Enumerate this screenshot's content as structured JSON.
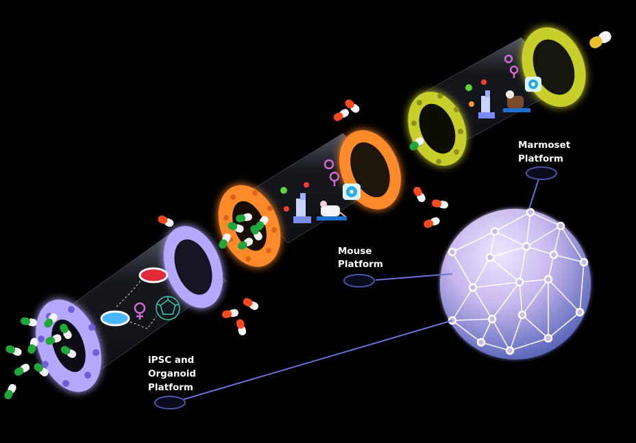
{
  "platforms": [
    {
      "id": "ipsc",
      "lines": [
        "iPSC and",
        "Organoid",
        "Platform"
      ],
      "ring_color": "#b7a8ff"
    },
    {
      "id": "mouse",
      "lines": [
        "Mouse",
        "Platform"
      ],
      "ring_color": "#ff8a2a"
    },
    {
      "id": "marmoset",
      "lines": [
        "Marmoset",
        "Platform"
      ],
      "ring_color": "#c9cf2a"
    }
  ],
  "colors": {
    "background": "#000000",
    "network_line": "#7d86ff",
    "globe_top": "#c9b8ee",
    "globe_bottom": "#5f6fc0",
    "capsule_green": "#1fa83a",
    "capsule_red": "#ff4a1f"
  },
  "icons": [
    "petri-dish-icon",
    "microscope-icon",
    "virus-icon",
    "gender-icon",
    "fullerene-icon",
    "mouse-animal-icon",
    "marmoset-animal-icon",
    "imaging-scanner-icon",
    "capsule-icon",
    "network-globe-icon"
  ]
}
